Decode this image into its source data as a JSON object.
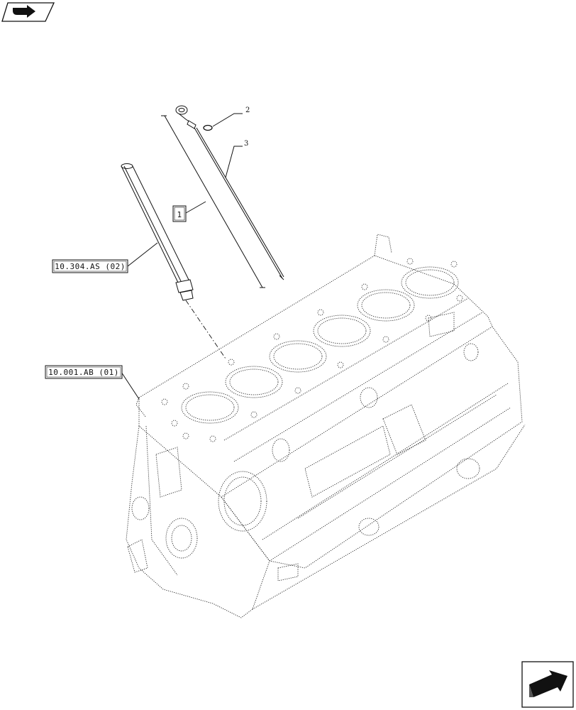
{
  "callouts": {
    "c1": "1",
    "c2": "2",
    "c3": "3"
  },
  "references": {
    "ref_tube": "10.304.AS (02)",
    "ref_block": "10.001.AB (01)"
  },
  "icons": {
    "top_left": "book-arrow-icon",
    "bottom_right": "next-page-arrow-icon"
  }
}
